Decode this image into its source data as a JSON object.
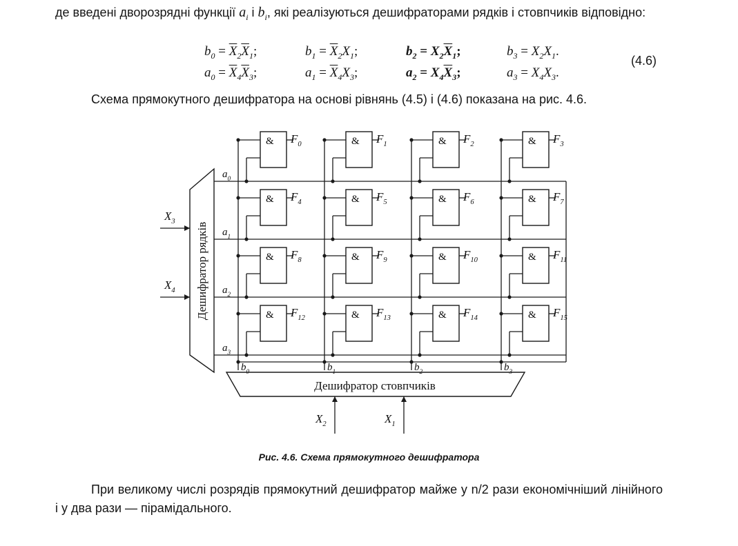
{
  "text": {
    "para1_a": "де введені дворозрядні функції ",
    "para1_ai": "a",
    "para1_ai_sub": "i",
    "para1_and": " і ",
    "para1_bi": "b",
    "para1_bi_sub": "i",
    "para1_b": ", які реалізуються дешифраторами рядків і стовпчиків відповідно:",
    "para2": "Схема прямокутного дешифратора на основі рівнянь (4.5) і (4.6) показана на рис. 4.6.",
    "caption": "Рис. 4.6. Схема прямокутного дешифратора",
    "para3": "При великому числі розрядів прямокутний дешифратор майже у n/2 рази економічніший лінійного і у два рази — пірамідального."
  },
  "equations": {
    "number": "(4.6)",
    "row1": [
      {
        "lhs": "b",
        "lhs_sub": "0",
        "rhs": [
          [
            "X",
            "2",
            true
          ],
          [
            "X",
            "1",
            true
          ]
        ],
        "bold": false
      },
      {
        "lhs": "b",
        "lhs_sub": "1",
        "rhs": [
          [
            "X",
            "2",
            true
          ],
          [
            "X",
            "1",
            false
          ]
        ],
        "bold": false
      },
      {
        "lhs": "b",
        "lhs_sub": "2",
        "rhs": [
          [
            "X",
            "2",
            false
          ],
          [
            "X",
            "1",
            true
          ]
        ],
        "bold": true
      },
      {
        "lhs": "b",
        "lhs_sub": "3",
        "rhs": [
          [
            "X",
            "2",
            false
          ],
          [
            "X",
            "1",
            false
          ]
        ],
        "bold": false
      }
    ],
    "row2": [
      {
        "lhs": "a",
        "lhs_sub": "0",
        "rhs": [
          [
            "X",
            "4",
            true
          ],
          [
            "X",
            "3",
            true
          ]
        ],
        "bold": false
      },
      {
        "lhs": "a",
        "lhs_sub": "1",
        "rhs": [
          [
            "X",
            "4",
            true
          ],
          [
            "X",
            "3",
            false
          ]
        ],
        "bold": false
      },
      {
        "lhs": "a",
        "lhs_sub": "2",
        "rhs": [
          [
            "X",
            "4",
            false
          ],
          [
            "X",
            "3",
            true
          ]
        ],
        "bold": true
      },
      {
        "lhs": "a",
        "lhs_sub": "3",
        "rhs": [
          [
            "X",
            "4",
            false
          ],
          [
            "X",
            "3",
            false
          ]
        ],
        "bold": false
      }
    ]
  },
  "diagram": {
    "row_decoder_label": "Дешифратор рядків",
    "col_decoder_label": "Дешифратор стовпчиків",
    "gate_symbol": "&",
    "row_lines": [
      [
        "a",
        "0"
      ],
      [
        "a",
        "1"
      ],
      [
        "a",
        "2"
      ],
      [
        "a",
        "3"
      ]
    ],
    "col_lines": [
      [
        "b",
        "0"
      ],
      [
        "b",
        "1"
      ],
      [
        "b",
        "2"
      ],
      [
        "b",
        "3"
      ]
    ],
    "row_inputs": [
      [
        "X",
        "3"
      ],
      [
        "X",
        "4"
      ]
    ],
    "col_inputs": [
      [
        "X",
        "2"
      ],
      [
        "X",
        "1"
      ]
    ],
    "outputs": [
      [
        "F",
        "0"
      ],
      [
        "F",
        "1"
      ],
      [
        "F",
        "2"
      ],
      [
        "F",
        "3"
      ],
      [
        "F",
        "4"
      ],
      [
        "F",
        "5"
      ],
      [
        "F",
        "6"
      ],
      [
        "F",
        "7"
      ],
      [
        "F",
        "8"
      ],
      [
        "F",
        "9"
      ],
      [
        "F",
        "10"
      ],
      [
        "F",
        "11"
      ],
      [
        "F",
        "12"
      ],
      [
        "F",
        "13"
      ],
      [
        "F",
        "14"
      ],
      [
        "F",
        "15"
      ]
    ]
  }
}
